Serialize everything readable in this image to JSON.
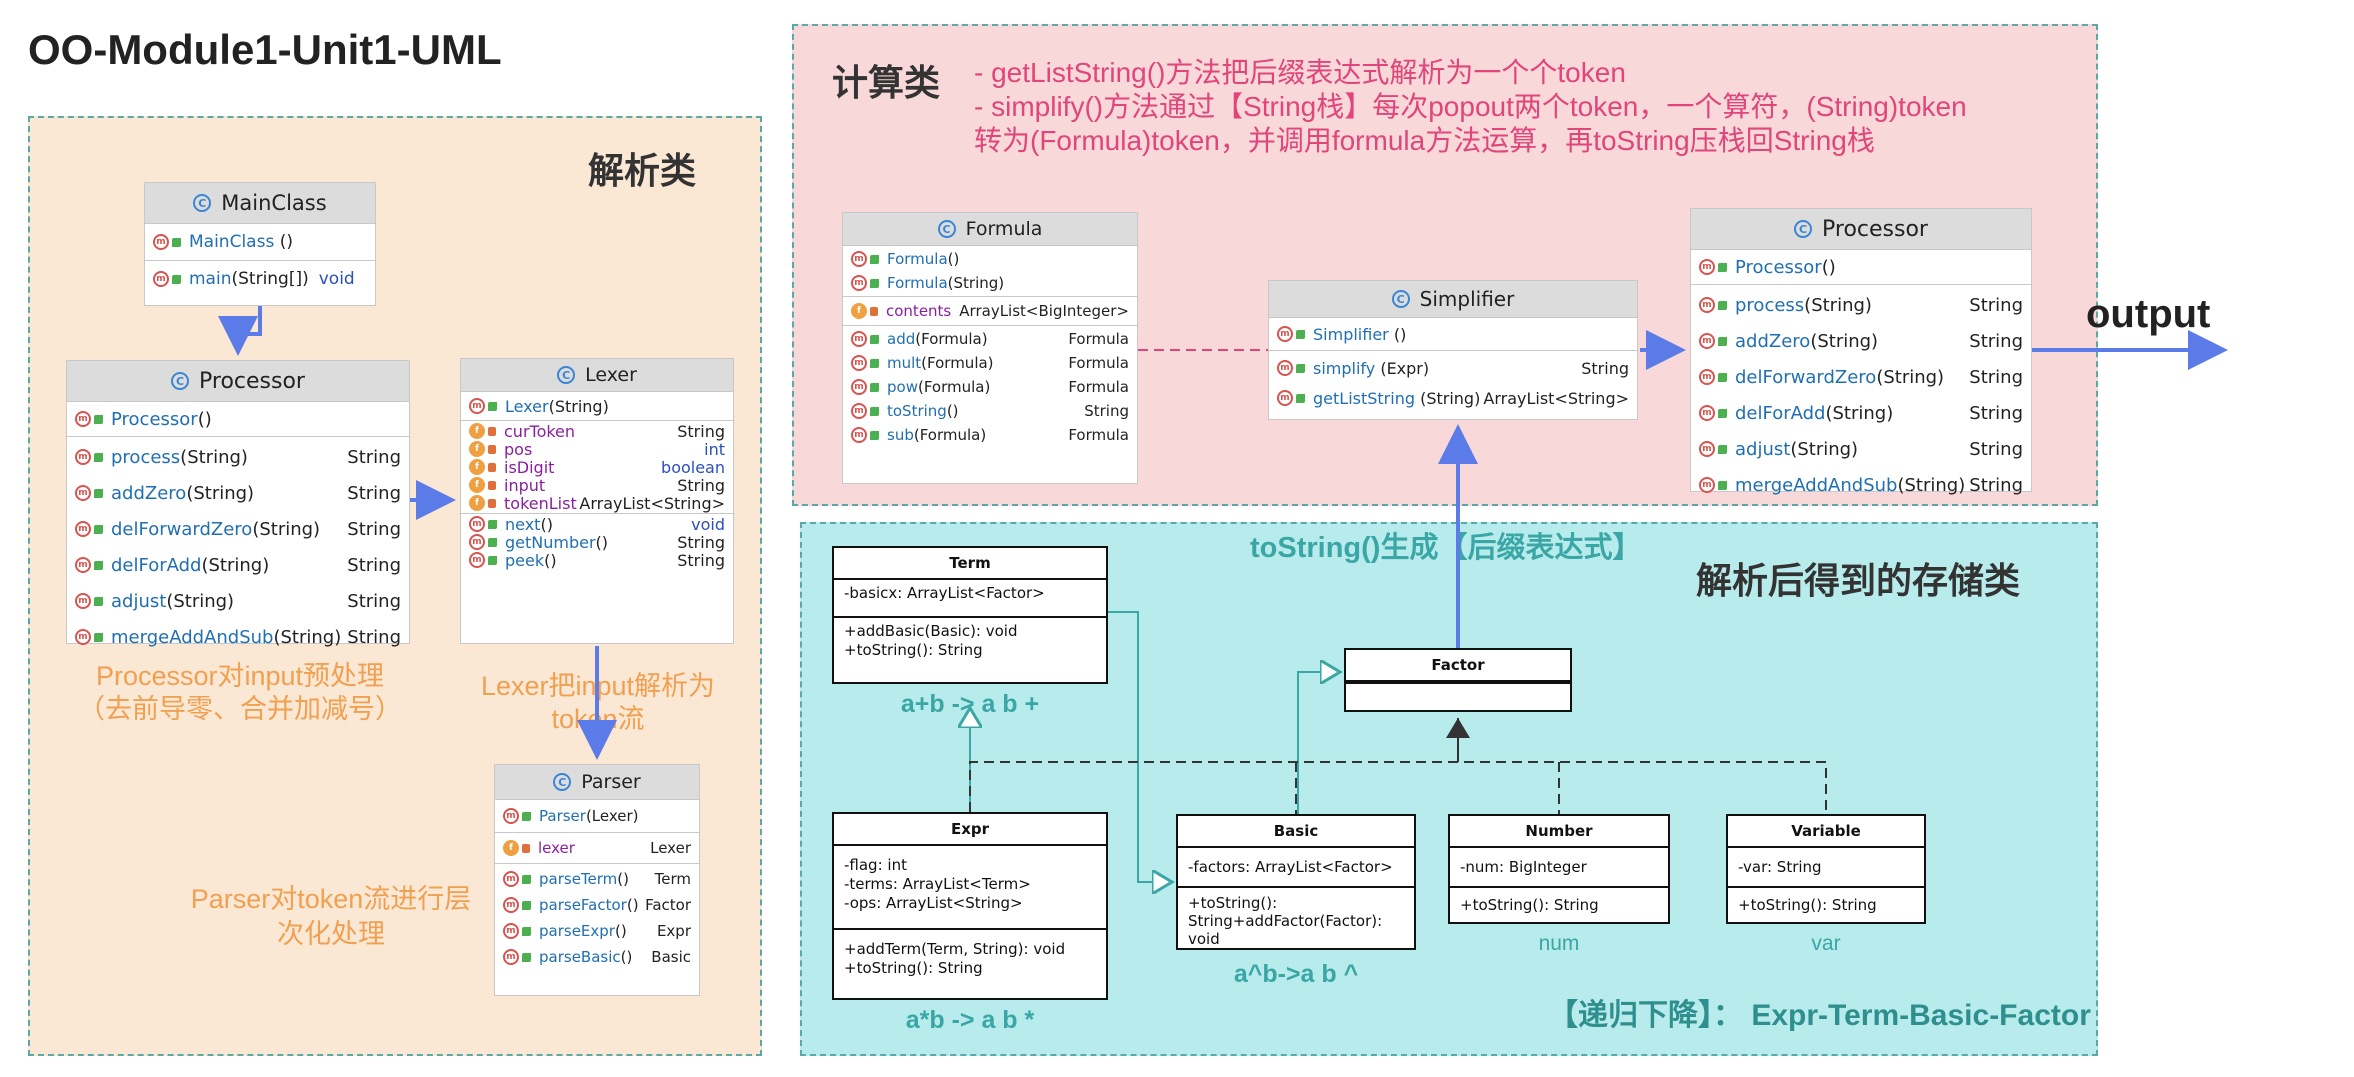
{
  "title": "OO-Module1-Unit1-UML",
  "parse_panel": {
    "label": "解析类",
    "note_processor": [
      "Processor对input预处理",
      "（去前导零、合并加减号）"
    ],
    "note_lexer": [
      "Lexer把input解析为",
      "token流"
    ],
    "note_parser": [
      "Parser对token流进行层",
      "次化处理"
    ]
  },
  "compute_panel": {
    "label": "计算类",
    "desc": [
      "- getListString()方法把后缀表达式解析为一个个token",
      "- simplify()方法通过【String栈】每次popout两个token，一个算符，(String)token",
      "转为(Formula)token，并调用formula方法运算，再toString压栈回String栈"
    ],
    "output_label": "output"
  },
  "storage_panel": {
    "label": "解析后得到的存储类",
    "tostring_label": "toString()生成【后缀表达式】",
    "recursive_label": "【递归下降】： Expr-Term-Basic-Factor",
    "note_term": "a+b -> a b +",
    "note_expr": "a*b -> a b *",
    "note_basic": "a^b->a b ^",
    "note_number": "num",
    "note_variable": "var"
  },
  "classes": {
    "mainclass": {
      "name": "MainClass",
      "rows": [
        [
          "MainClass",
          " ()",
          ""
        ],
        [
          "main",
          "(String[])",
          "void"
        ]
      ]
    },
    "processor_left": {
      "name": "Processor",
      "ctor": [
        "Processor",
        "()",
        ""
      ],
      "methods": [
        [
          "process",
          "(String)",
          "String"
        ],
        [
          "addZero",
          "(String)",
          "String"
        ],
        [
          "delForwardZero",
          "(String)",
          "String"
        ],
        [
          "delForAdd",
          "(String)",
          "String"
        ],
        [
          "adjust",
          "(String)",
          "String"
        ],
        [
          "mergeAddAndSub",
          "(String)",
          "String"
        ]
      ]
    },
    "lexer": {
      "name": "Lexer",
      "ctor": [
        "Lexer",
        "(String)",
        ""
      ],
      "fields": [
        [
          "curToken",
          "",
          "String"
        ],
        [
          "pos",
          "",
          "int"
        ],
        [
          "isDigit",
          "",
          "boolean"
        ],
        [
          "input",
          "",
          "String"
        ],
        [
          "tokenList",
          "",
          "ArrayList<String>"
        ]
      ],
      "methods": [
        [
          "next",
          "()",
          "void"
        ],
        [
          "getNumber",
          "()",
          "String"
        ],
        [
          "peek",
          "()",
          "String"
        ]
      ]
    },
    "parser": {
      "name": "Parser",
      "ctor": [
        "Parser",
        "(Lexer)",
        ""
      ],
      "fields": [
        [
          "lexer",
          "",
          "Lexer"
        ]
      ],
      "methods": [
        [
          "parseTerm",
          "()",
          "Term"
        ],
        [
          "parseFactor",
          "()",
          "Factor"
        ],
        [
          "parseExpr",
          "()",
          "Expr"
        ],
        [
          "parseBasic",
          "()",
          "Basic"
        ]
      ]
    },
    "formula": {
      "name": "Formula",
      "ctors": [
        [
          "Formula",
          "()",
          ""
        ],
        [
          "Formula",
          "(String)",
          ""
        ]
      ],
      "fields": [
        [
          "contents",
          "",
          "ArrayList<BigInteger>"
        ]
      ],
      "methods": [
        [
          "add",
          "(Formula)",
          "Formula"
        ],
        [
          "mult",
          "(Formula)",
          "Formula"
        ],
        [
          "pow",
          "(Formula)",
          "Formula"
        ],
        [
          "toString",
          "()",
          "String"
        ],
        [
          "sub",
          "(Formula)",
          "Formula"
        ]
      ]
    },
    "simplifier": {
      "name": "Simplifier",
      "ctor": [
        "Simplifier",
        " ()",
        ""
      ],
      "methods": [
        [
          "simplify",
          " (Expr)",
          "String"
        ],
        [
          "getListString",
          " (String)",
          "ArrayList<String>"
        ]
      ]
    },
    "processor_right": {
      "name": "Processor",
      "ctor": [
        "Processor",
        "()",
        ""
      ],
      "methods": [
        [
          "process",
          "(String)",
          "String"
        ],
        [
          "addZero",
          "(String)",
          "String"
        ],
        [
          "delForwardZero",
          "(String)",
          "String"
        ],
        [
          "delForAdd",
          "(String)",
          "String"
        ],
        [
          "adjust",
          "(String)",
          "String"
        ],
        [
          "mergeAddAndSub",
          "(String)",
          "String"
        ]
      ]
    }
  },
  "uml": {
    "term": {
      "name": "Term",
      "attrs": "-basicx: ArrayList<Factor>",
      "ops": "+addBasic(Basic): void\n+toString(): String"
    },
    "factor": {
      "name": "Factor",
      "attrs": "",
      "ops": ""
    },
    "expr": {
      "name": "Expr",
      "attrs": "-flag: int\n-terms: ArrayList<Term>\n-ops: ArrayList<String>",
      "ops": "+addTerm(Term, String): void\n+toString(): String"
    },
    "basic": {
      "name": "Basic",
      "attrs": "-factors: ArrayList<Factor>",
      "ops": "+toString():\nString+addFactor(Factor):\nvoid"
    },
    "number": {
      "name": "Number",
      "attrs": "-num: BigInteger",
      "ops": "+toString(): String"
    },
    "variable": {
      "name": "Variable",
      "attrs": "-var: String",
      "ops": "+toString(): String"
    }
  },
  "colors": {
    "orange_note": "#f0a050",
    "pink_text": "#e0457b",
    "teal_text": "#3aa6a6",
    "arrow_blue": "#5b7be8"
  }
}
